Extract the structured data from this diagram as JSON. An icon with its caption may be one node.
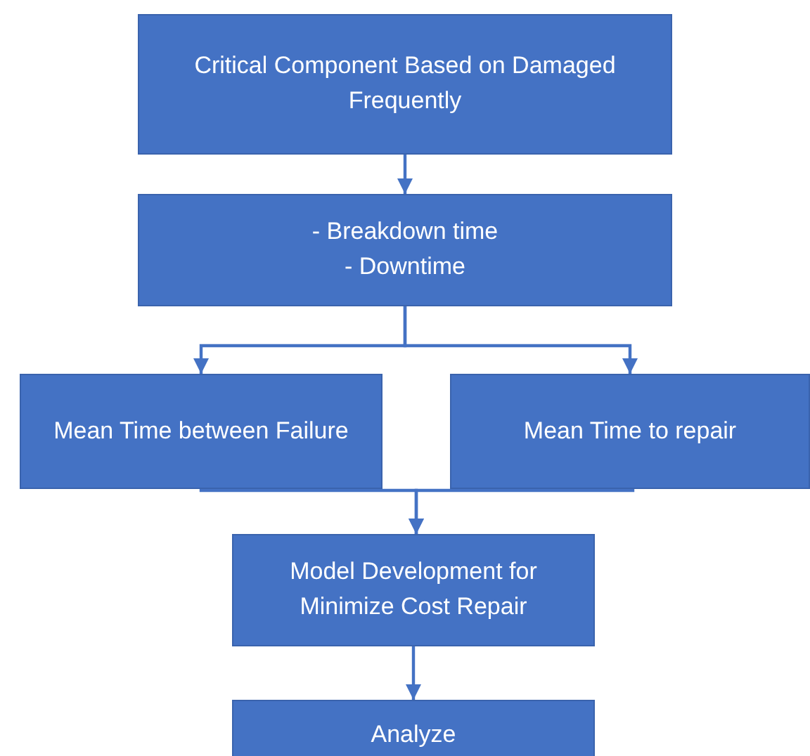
{
  "diagram": {
    "nodes": [
      {
        "text": [
          "Critical Component Based on Damaged Frequently"
        ]
      },
      {
        "text": [
          "- Breakdown time",
          "- Downtime"
        ]
      },
      {
        "text": [
          "Mean Time between Failure"
        ]
      },
      {
        "text": [
          "Mean Time to repair"
        ]
      },
      {
        "text": [
          "Model Development for Minimize Cost Repair"
        ]
      },
      {
        "text": [
          "Analyze"
        ]
      }
    ],
    "edges": [
      {
        "from": 0,
        "to": 1,
        "arrow": "to"
      },
      {
        "from": 1,
        "to": 2,
        "arrow": "to"
      },
      {
        "from": 1,
        "to": 3,
        "arrow": "to"
      },
      {
        "from": 2,
        "to": 4,
        "arrow": "to"
      },
      {
        "from": 3,
        "to": 4,
        "arrow": "to"
      },
      {
        "from": 4,
        "to": 5,
        "arrow": "to"
      }
    ]
  }
}
